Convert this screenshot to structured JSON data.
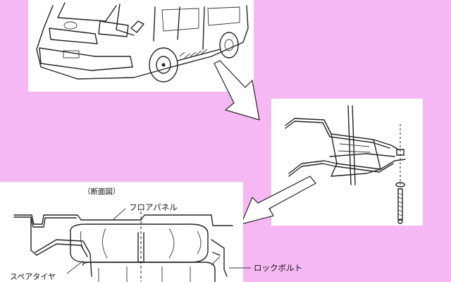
{
  "section": {
    "heading": "（断面図）",
    "label_floor_panel": "フロアパネル",
    "label_spare_tire": "スペアタイヤ",
    "label_lock_bolt": "ロックボルト"
  },
  "colors": {
    "background": "#f6b8f3",
    "panel": "#ffffff",
    "line": "#222222"
  }
}
